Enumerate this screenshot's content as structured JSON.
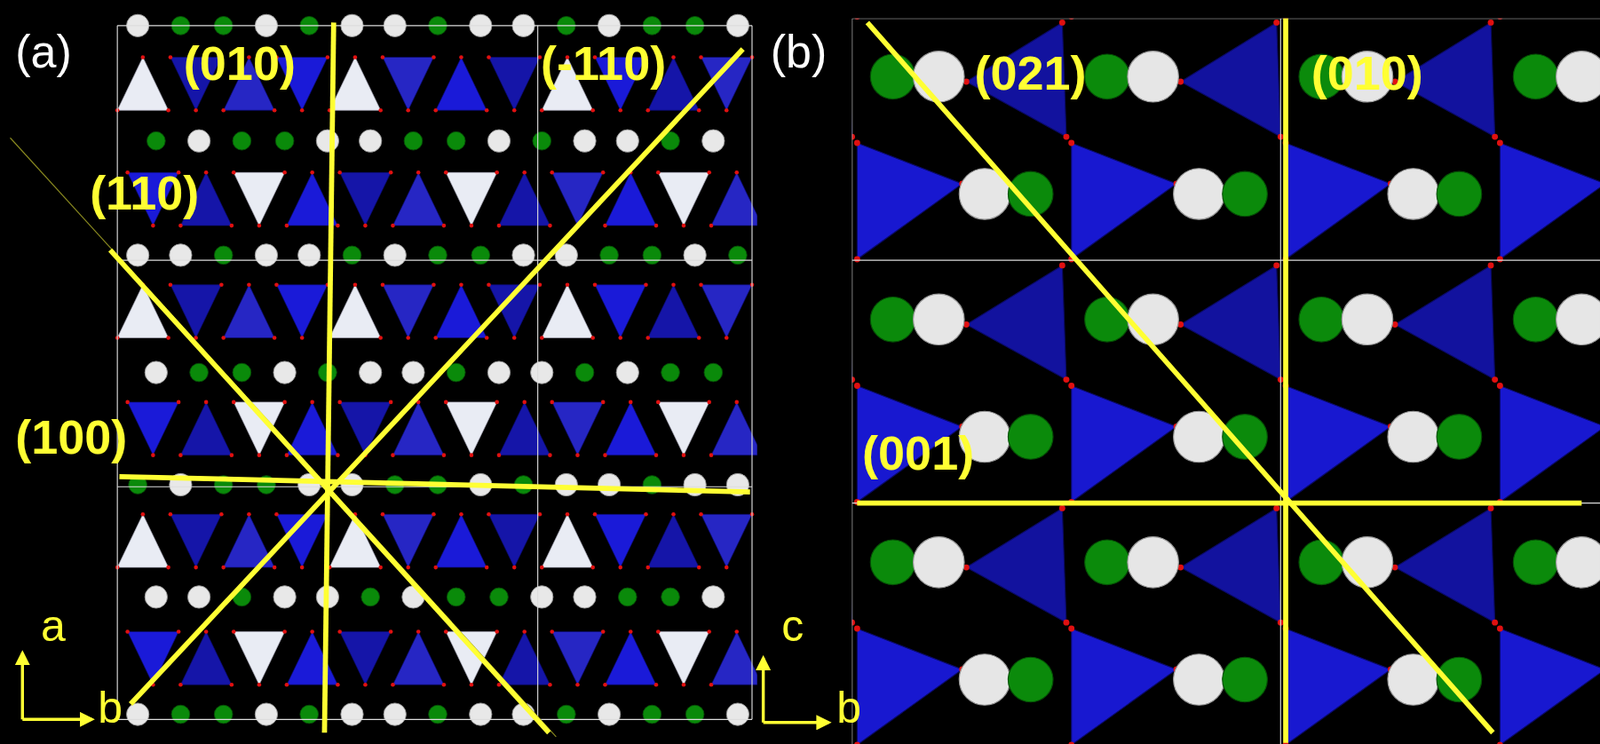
{
  "diagram": {
    "labels": [
      "(a)",
      "(010)",
      "(-110)",
      "(110)",
      "(100)",
      "a",
      "b",
      "(b)",
      "(021)",
      "(010)",
      "(001)",
      "c",
      "b"
    ]
  }
}
